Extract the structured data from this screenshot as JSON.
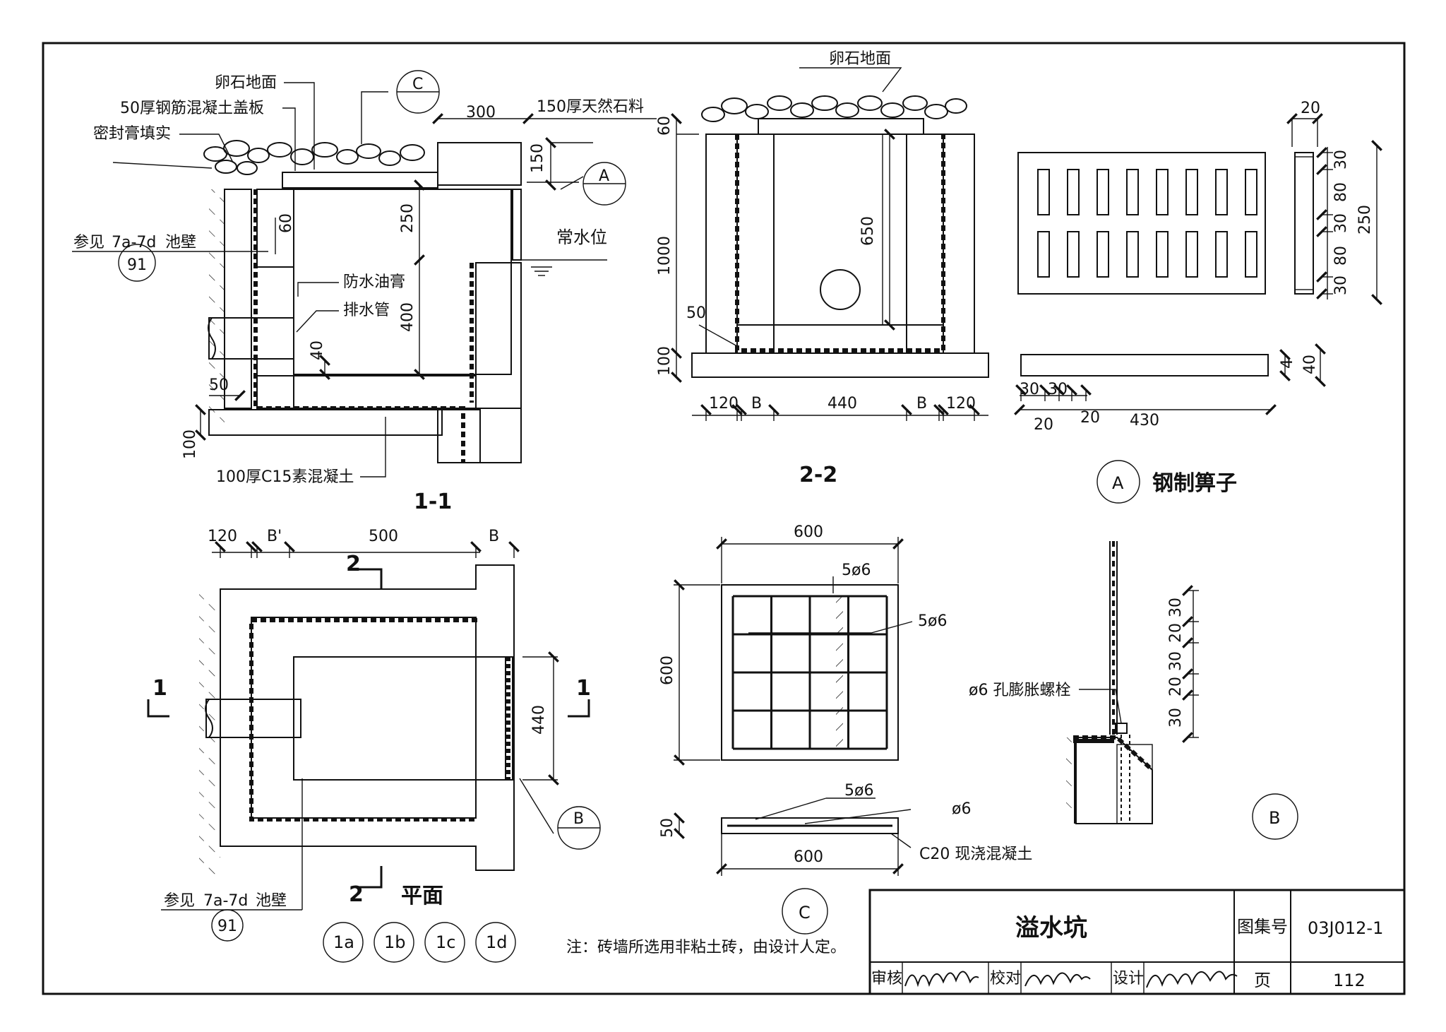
{
  "drawing": {
    "title": "溢水坑",
    "atlas_label": "图集号",
    "atlas_no": "03J012-1",
    "page_label": "页",
    "page_no": "112",
    "review_label": "审核",
    "check_label": "校对",
    "design_label": "设计",
    "note": "注：砖墙所选用非粘土砖，由设计人定。"
  },
  "section_1_1": {
    "caption": "1-1",
    "labels": {
      "pebble": "卵石地面",
      "cover_slab": "50厚钢筋混凝土盖板",
      "sealant": "密封膏填实",
      "stone": "150厚天然石料",
      "refer": "参见",
      "refer_ref": "7a-7d",
      "refer_page": "91",
      "pool_wall": "池壁",
      "water_level": "常水位",
      "waterproof": "防水油膏",
      "drain_pipe": "排水管",
      "base": "100厚C15素混凝土"
    },
    "dims": {
      "d300": "300",
      "d150": "150",
      "d250": "250",
      "d60": "60",
      "d400": "400",
      "d40": "40",
      "d50": "50",
      "d100": "100"
    },
    "callout_c": "C",
    "callout_a": "A",
    "callout_dash": "—"
  },
  "section_2_2": {
    "caption": "2-2",
    "label_pebble": "卵石地面",
    "dims": {
      "d60": "60",
      "d1000": "1000",
      "d650": "650",
      "d50": "50",
      "d100": "100",
      "d120a": "120",
      "dB1": "B",
      "d440": "440",
      "dB2": "B",
      "d120b": "120"
    }
  },
  "grate_a": {
    "caption_letter": "A",
    "caption": "钢制箅子",
    "dims": {
      "d20top": "20",
      "d30a": "30",
      "d80a": "80",
      "d30b": "30",
      "d80b": "80",
      "d30c": "30",
      "d250": "250",
      "d4": "4",
      "d40": "40",
      "d30x1": "30",
      "d30x2": "30",
      "d20x1": "20",
      "d20x2": "20",
      "d430": "430"
    }
  },
  "plan": {
    "caption_num": "2",
    "caption": "平面",
    "cut_1": "1",
    "cut_2": "2",
    "dims": {
      "d120": "120",
      "dBp": "B'",
      "d500": "500",
      "dB": "B",
      "d440": "440"
    },
    "refer": "参见",
    "refer_ref": "7a-7d",
    "refer_page": "91",
    "pool_wall": "池壁",
    "callout_b": "B",
    "variants": [
      "1a",
      "1b",
      "1c",
      "1d"
    ]
  },
  "slab_c": {
    "caption_letter": "C",
    "dims": {
      "d600top": "600",
      "d600side": "600",
      "d600bottom": "600",
      "d50": "50"
    },
    "rebar_1": "5ø6",
    "rebar_2": "5ø6",
    "rebar_3": "5ø6",
    "rebar_4": "ø6",
    "concrete": "C20 现浇混凝土"
  },
  "detail_b": {
    "caption_letter": "B",
    "bolt": "ø6 孔膨胀螺栓",
    "dims": {
      "d30a": "30",
      "d20a": "20",
      "d30b": "30",
      "d20b": "20",
      "d30c": "30"
    }
  }
}
